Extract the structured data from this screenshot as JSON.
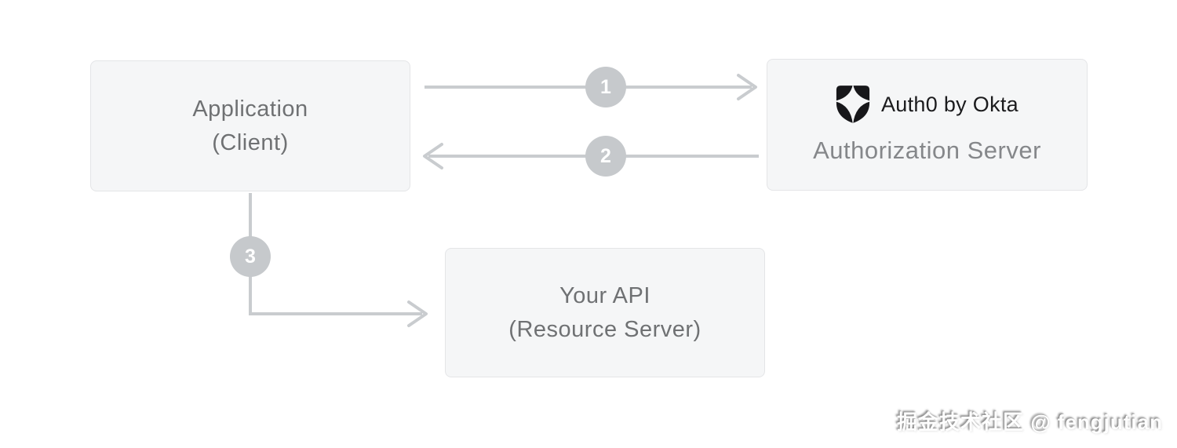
{
  "diagram": {
    "application": {
      "line1": "Application",
      "line2": "(Client)"
    },
    "auth_server": {
      "brand": "Auth0 by Okta",
      "label": "Authorization Server"
    },
    "your_api": {
      "line1": "Your API",
      "line2": "(Resource Server)"
    },
    "steps": [
      {
        "number": "1"
      },
      {
        "number": "2"
      },
      {
        "number": "3"
      }
    ]
  },
  "icons": {
    "auth0-shield-icon": "black shield split into four quadrants by a four-pointed star gap (SVG shape)",
    "step-arrow-1-icon": "arrow-right",
    "step-arrow-2-icon": "arrow-left",
    "step-arrow-3-icon": "elbow-arrow-down-then-right"
  },
  "colors": {
    "background": "#ffffff",
    "box_fill": "#f5f6f7",
    "box_border": "#e4e5e7",
    "box_text": "#6f7173",
    "auth_label_text": "#85878a",
    "brand_text": "#1b1b1d",
    "arrow": "#c9cccf",
    "badge_fill": "#c6c9cc",
    "badge_text": "#ffffff"
  },
  "watermark": {
    "text": "掘金技术社区 @ fengjutian"
  }
}
